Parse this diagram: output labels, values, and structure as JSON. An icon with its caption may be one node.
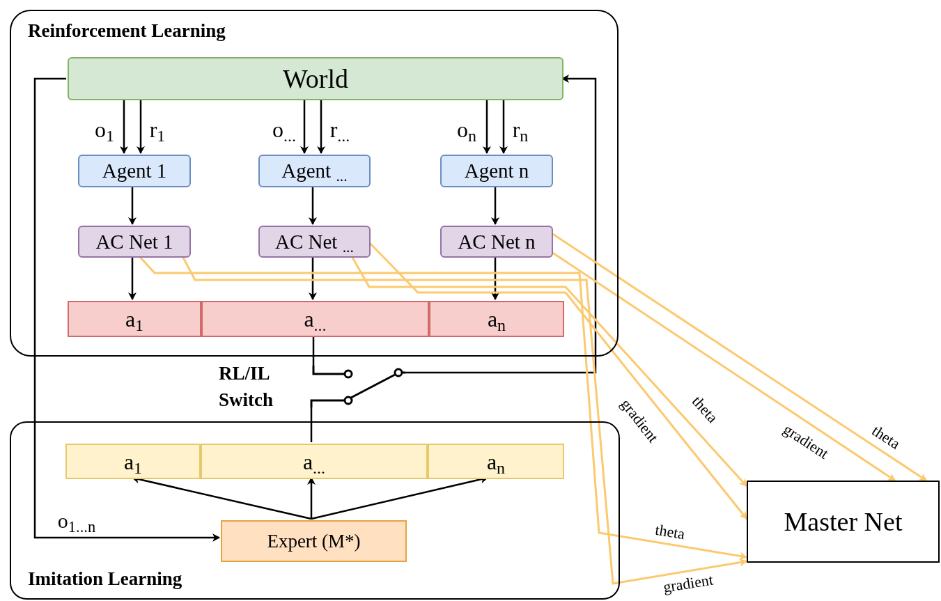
{
  "diagram": {
    "nodes": [
      {
        "text": [
          "Reinforcement Learning"
        ]
      },
      {
        "text": [
          "World"
        ],
        "in": 0
      },
      {
        "text": [
          "Agent 1"
        ],
        "in": 0
      },
      {
        "text": [
          "Agent $_{...}$"
        ],
        "in": 0
      },
      {
        "text": [
          "Agent n"
        ],
        "in": 0
      },
      {
        "text": [
          "AC Net 1"
        ],
        "in": 0
      },
      {
        "text": [
          "AC Net $_{...}$"
        ],
        "in": 0
      },
      {
        "text": [
          "AC Net n"
        ],
        "in": 0
      },
      {
        "text": [
          "a$_{1}$"
        ],
        "in": 0
      },
      {
        "text": [
          "a$_{...}$"
        ],
        "in": 0
      },
      {
        "text": [
          "a$_{n}$"
        ],
        "in": 0
      },
      {
        "text": [
          "Imitation Learning"
        ]
      },
      {
        "text": [
          "a$_{1}$"
        ],
        "in": 11
      },
      {
        "text": [
          "a$_{...}$"
        ],
        "in": 11
      },
      {
        "text": [
          "a$_{n}$"
        ],
        "in": 11
      },
      {
        "text": [
          "Expert (M*)"
        ],
        "in": 11
      },
      {
        "text": [
          "Master Net"
        ]
      },
      {
        "text": [],
        "shape": "switch",
        "beside": [
          "RL/IL Switch"
        ]
      }
    ],
    "edges": [
      {
        "from": 1,
        "to": 2,
        "arrow": "to",
        "label": "o$_{1}$"
      },
      {
        "from": 1,
        "to": 2,
        "arrow": "to",
        "label": "r$_{1}$"
      },
      {
        "from": 1,
        "to": 3,
        "arrow": "to",
        "label": "o$_{...}$"
      },
      {
        "from": 1,
        "to": 3,
        "arrow": "to",
        "label": "r$_{...}$"
      },
      {
        "from": 1,
        "to": 4,
        "arrow": "to",
        "label": "o$_{n}$"
      },
      {
        "from": 1,
        "to": 4,
        "arrow": "to",
        "label": "r$_{n}$"
      },
      {
        "from": 2,
        "to": 5,
        "arrow": "to"
      },
      {
        "from": 3,
        "to": 6,
        "arrow": "to"
      },
      {
        "from": 4,
        "to": 7,
        "arrow": "to"
      },
      {
        "from": 5,
        "to": 8,
        "arrow": "to"
      },
      {
        "from": 6,
        "to": 9,
        "arrow": "to"
      },
      {
        "from": 7,
        "to": 10,
        "arrow": "to"
      },
      {
        "from": 9,
        "to": 17,
        "arrow": "none"
      },
      {
        "from": 17,
        "to": 1,
        "arrow": "to"
      },
      {
        "from": 13,
        "to": 17,
        "arrow": "none"
      },
      {
        "from": 1,
        "to": 15,
        "arrow": "to",
        "label": "o$_{1...n}$"
      },
      {
        "from": 15,
        "to": 12,
        "arrow": "to"
      },
      {
        "from": 15,
        "to": 13,
        "arrow": "to"
      },
      {
        "from": 15,
        "to": 14,
        "arrow": "to"
      },
      {
        "from": 5,
        "to": 16,
        "arrow": "to",
        "label": "theta",
        "color": "#fcc96f"
      },
      {
        "from": 5,
        "to": 16,
        "arrow": "to",
        "label": "gradient",
        "color": "#fcc96f"
      },
      {
        "from": 6,
        "to": 16,
        "arrow": "to",
        "label": "theta",
        "color": "#fcc96f"
      },
      {
        "from": 6,
        "to": 16,
        "arrow": "to",
        "label": "gradient",
        "color": "#fcc96f"
      },
      {
        "from": 7,
        "to": 16,
        "arrow": "to",
        "label": "theta",
        "color": "#fcc96f"
      },
      {
        "from": 7,
        "to": 16,
        "arrow": "to",
        "label": "gradient",
        "color": "#fcc96f"
      }
    ]
  }
}
